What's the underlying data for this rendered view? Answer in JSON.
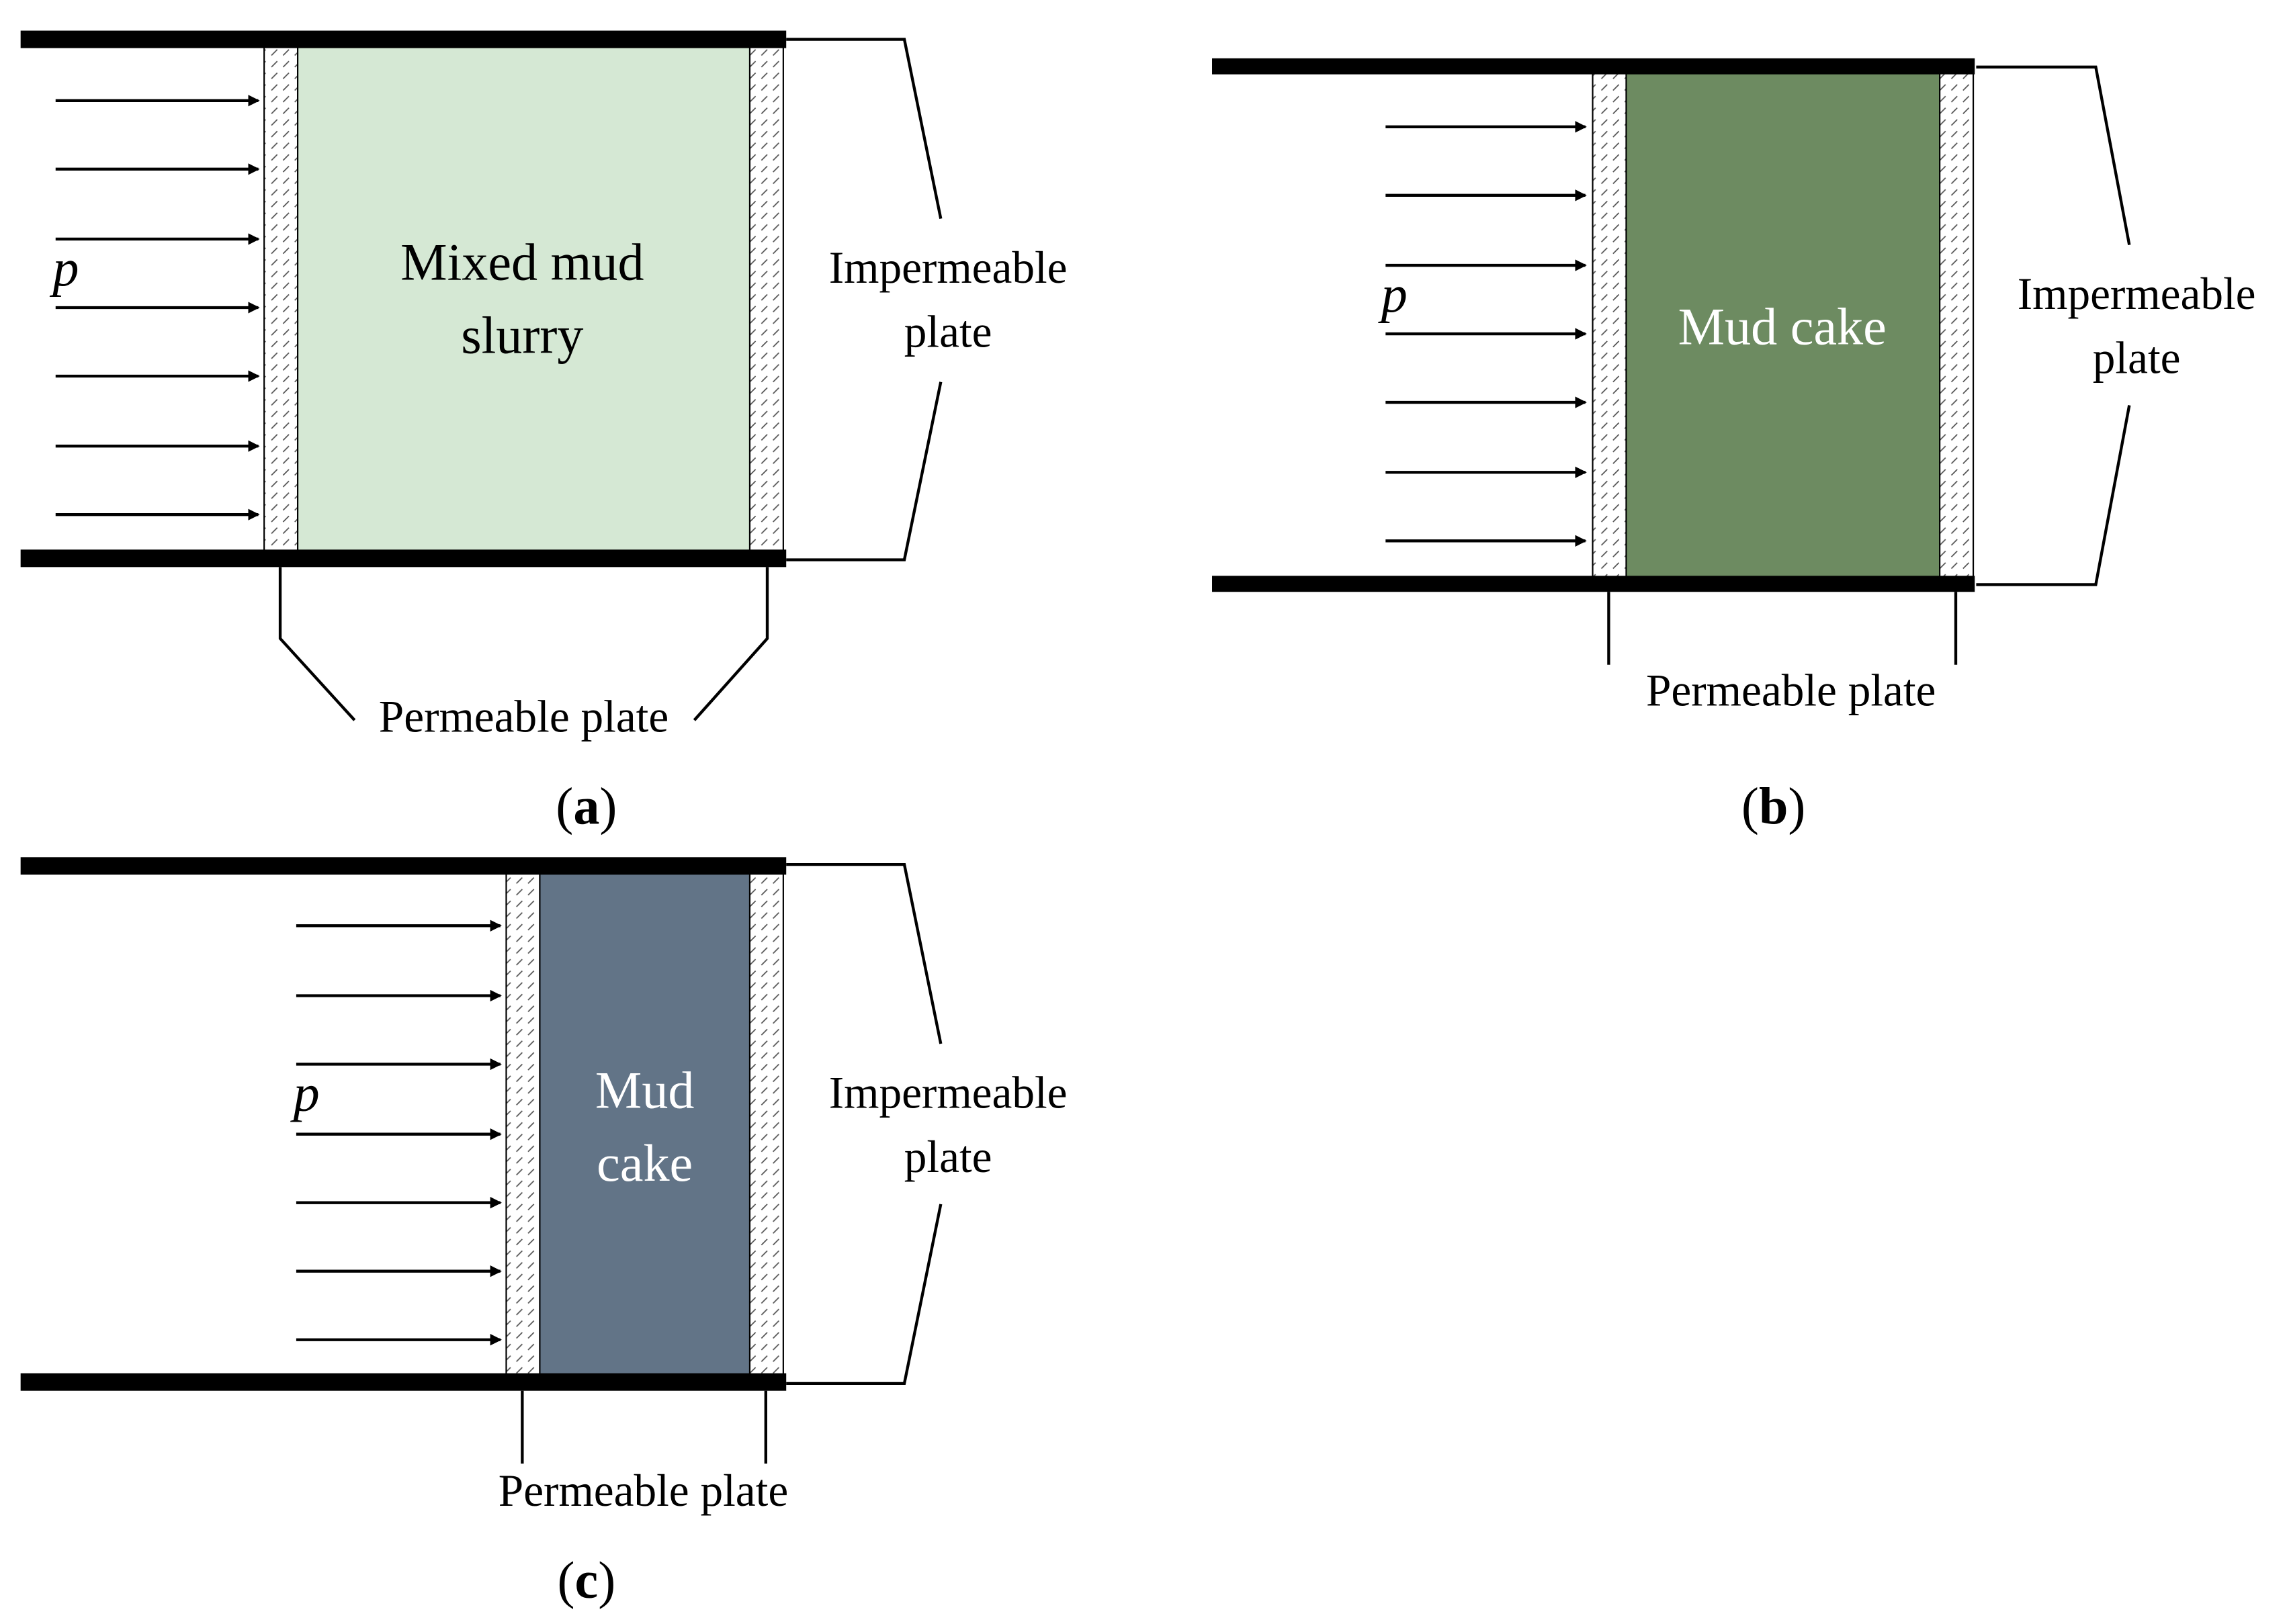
{
  "colors": {
    "slurry_fill": "#d5e8d4",
    "cake_b_fill": "#6d8b61",
    "cake_c_fill": "#627487",
    "line": "#000000",
    "hatch": "#555555",
    "cake_text": "#ffffff"
  },
  "panels": {
    "a": {
      "caption_open": "(",
      "caption_letter": "a",
      "caption_close": ")",
      "pressure": "p",
      "fill_line1": "Mixed mud",
      "fill_line2": "slurry",
      "impermeable_line1": "Impermeable",
      "impermeable_line2": "plate",
      "permeable": "Permeable plate"
    },
    "b": {
      "caption_open": "(",
      "caption_letter": "b",
      "caption_close": ")",
      "pressure": "p",
      "fill_line1": "Mud cake",
      "impermeable_line1": "Impermeable",
      "impermeable_line2": "plate",
      "permeable": "Permeable plate"
    },
    "c": {
      "caption_open": "(",
      "caption_letter": "c",
      "caption_close": ")",
      "pressure": "p",
      "fill_line1": "Mud",
      "fill_line2": "cake",
      "impermeable_line1": "Impermeable",
      "impermeable_line2": "plate",
      "permeable": "Permeable plate"
    }
  }
}
